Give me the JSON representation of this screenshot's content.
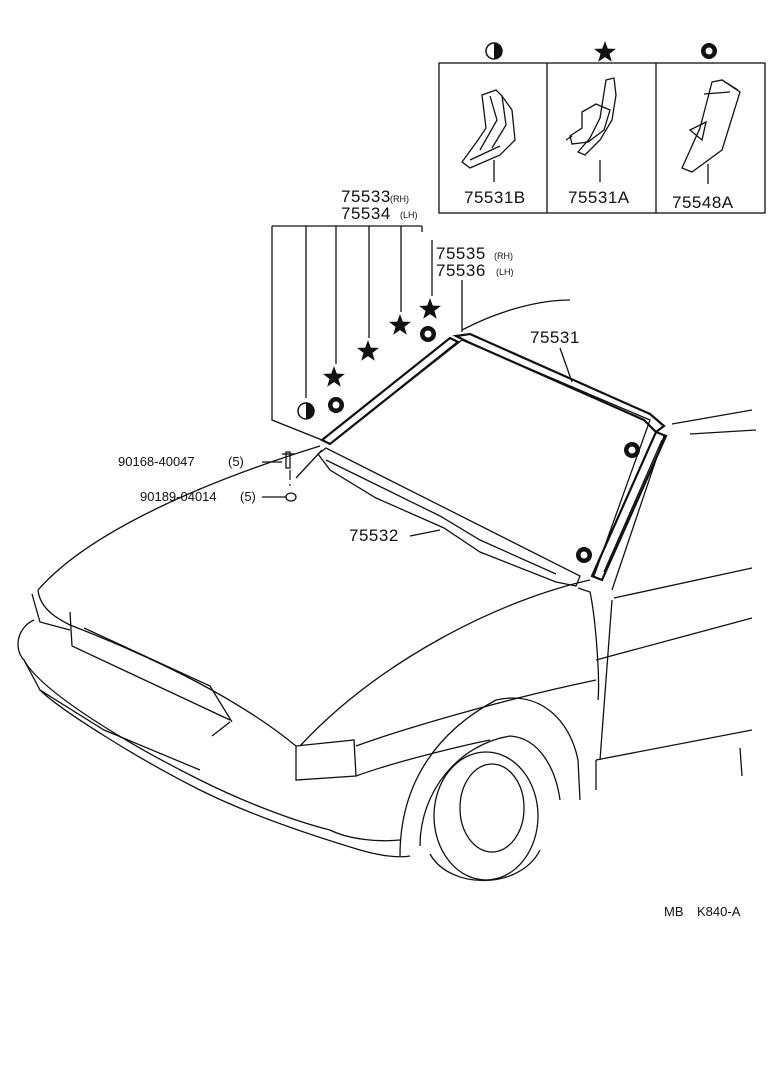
{
  "parts": {
    "p75533": "75533",
    "p75533_side": "(RH)",
    "p75534": "75534",
    "p75534_side": "(LH)",
    "p75535": "75535",
    "p75535_side": "(RH)",
    "p75536": "75536",
    "p75536_side": "(LH)",
    "p75531": "75531",
    "p75532": "75532",
    "p75531B": "75531B",
    "p75531A": "75531A",
    "p75548A": "75548A",
    "p90168": "90168-40047",
    "p90168_qty": "(5)",
    "p90189": "90189-04014",
    "p90189_qty": "(5)"
  },
  "symbols": {
    "half_circle": "◐",
    "star": "★",
    "ring": "⊙"
  },
  "footer": {
    "code_prefix": "MB",
    "code": "K840-A"
  }
}
